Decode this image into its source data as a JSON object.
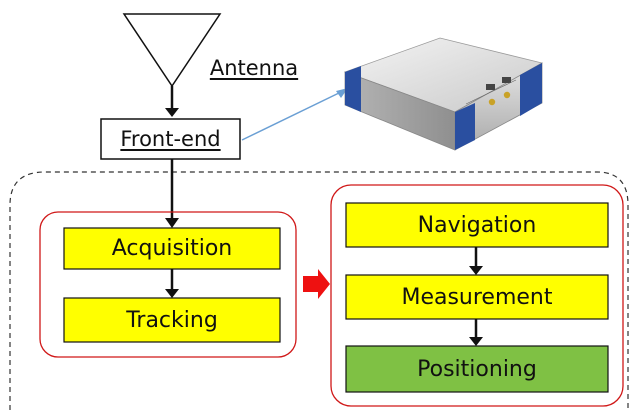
{
  "labels": {
    "antenna": "Antenna",
    "front_end": "Front-end",
    "acquisition": "Acquisition",
    "tracking": "Tracking",
    "navigation": "Navigation",
    "measurement": "Measurement",
    "positioning": "Positioning"
  },
  "colors": {
    "box_yellow": "#ffff00",
    "box_green": "#7fc144",
    "group_border_red": "#d01818",
    "big_arrow_red": "#ee1111",
    "pointer_blue": "#6a9fd4",
    "dashed_border": "#333333"
  },
  "icons": {
    "antenna": "antenna-triangle-icon",
    "device": "receiver-device-image"
  }
}
